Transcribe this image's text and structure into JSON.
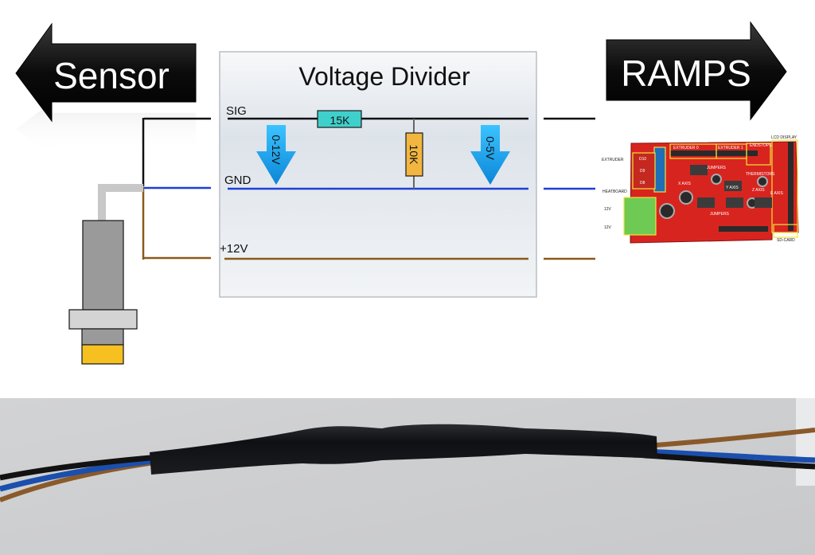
{
  "arrows": {
    "left_label": "Sensor",
    "right_label": "RAMPS"
  },
  "divider_box": {
    "title": "Voltage Divider"
  },
  "wires": {
    "sig": "SIG",
    "gnd": "GND",
    "v12": "+12V"
  },
  "resistors": {
    "series": "15K",
    "shunt": "10K"
  },
  "voltage_arrows": {
    "input": "0-12V",
    "output": "0-5V"
  },
  "board_labels": {
    "extruder0": "EXTRUDER 0",
    "extruder1": "EXTRUDER 1",
    "endstops": "ENDSTOPS",
    "lcd_display": "LCD DISPLAY",
    "extruder": "EXTRUDER",
    "jumpers_top": "JUMPERS",
    "thermistors": "THERMISTORS",
    "heatboard": "HEATBOARD",
    "d10": "D10",
    "d9": "D9",
    "d8": "D8",
    "v12a": "12V",
    "v12b": "12V",
    "jumpers_bottom": "JUMPERS",
    "sd_card": "SD-CARD",
    "x_axis": "X AXIS",
    "y_axis": "Y AXIS",
    "z_axis": "Z AXIS",
    "e_axis": "E AXIS"
  },
  "colors": {
    "sig_wire": "#111111",
    "gnd_wire": "#1f3fd6",
    "v12_wire": "#8a5a1a",
    "series_resistor": "#40d0cc",
    "shunt_resistor": "#f2b640",
    "voltage_arrow": "#19a6ea",
    "ramps_board": "#d8241f",
    "sensor_tip": "#f6c020"
  }
}
